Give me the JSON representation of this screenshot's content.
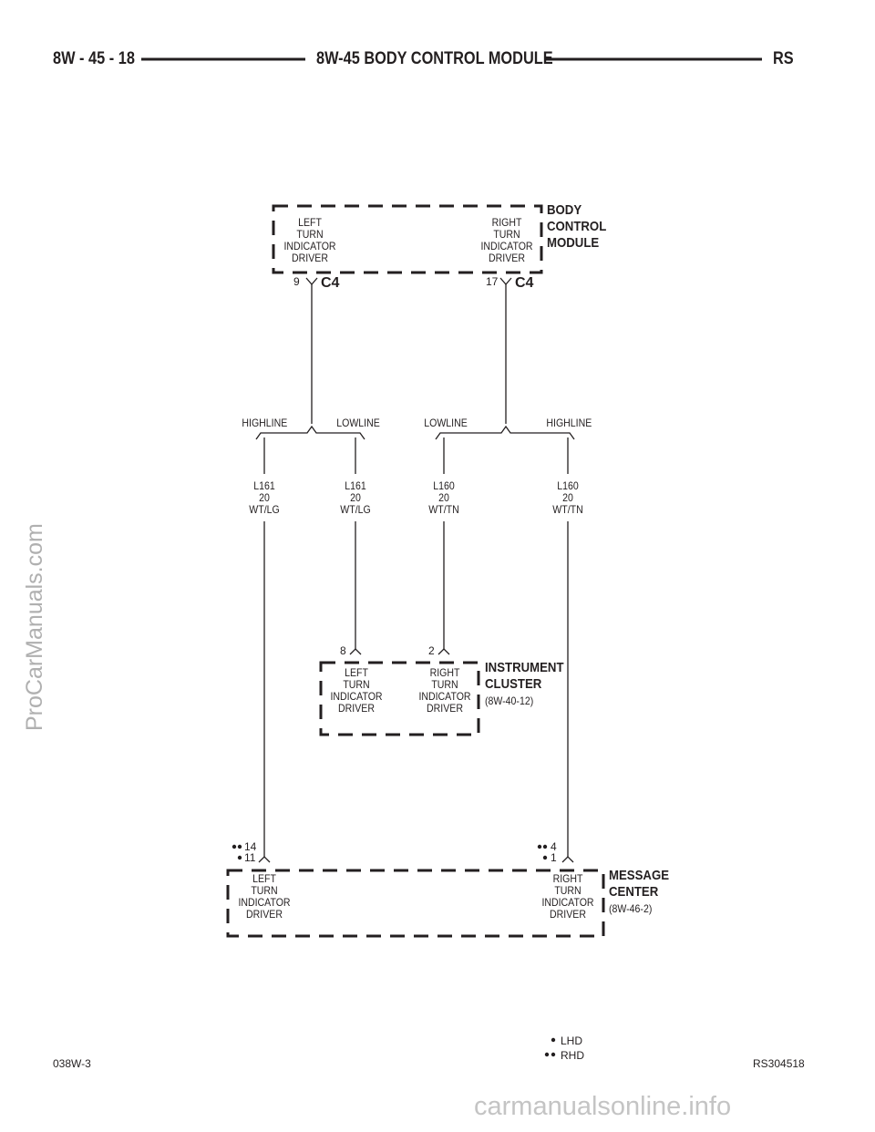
{
  "header": {
    "page_ref": "8W - 45 - 18",
    "title": "8W-45 BODY CONTROL MODULE",
    "model": "RS"
  },
  "bcm": {
    "name": "BODY\nCONTROL\nMODULE",
    "left_circuit": "LEFT\nTURN\nINDICATOR\nDRIVER",
    "right_circuit": "RIGHT\nTURN\nINDICATOR\nDRIVER",
    "left_pin": "9",
    "right_pin": "17",
    "left_connector": "C4",
    "right_connector": "C4"
  },
  "splice": {
    "left_highline": "HIGHLINE",
    "left_lowline": "LOWLINE",
    "right_lowline": "LOWLINE",
    "right_highline": "HIGHLINE"
  },
  "wires": [
    {
      "code": "L161",
      "gauge": "20",
      "color": "WT/LG",
      "text": "L161\n20\nWT/LG"
    },
    {
      "code": "L161",
      "gauge": "20",
      "color": "WT/LG",
      "text": "L161\n20\nWT/LG"
    },
    {
      "code": "L160",
      "gauge": "20",
      "color": "WT/TN",
      "text": "L160\n20\nWT/TN"
    },
    {
      "code": "L160",
      "gauge": "20",
      "color": "WT/TN",
      "text": "L160\n20\nWT/TN"
    }
  ],
  "cluster": {
    "name": "INSTRUMENT\nCLUSTER",
    "ref": "(8W-40-12)",
    "left_pin": "8",
    "right_pin": "2",
    "left_circuit": "LEFT\nTURN\nINDICATOR\nDRIVER",
    "right_circuit": "RIGHT\nTURN\nINDICATOR\nDRIVER"
  },
  "message_center": {
    "name": "MESSAGE\nCENTER",
    "ref": "(8W-46-2)",
    "left_pin_rhd": "14",
    "left_pin_lhd": "11",
    "right_pin_rhd": "4",
    "right_pin_lhd": "1",
    "left_circuit": "LEFT\nTURN\nINDICATOR\nDRIVER",
    "right_circuit": "RIGHT\nTURN\nINDICATOR\nDRIVER"
  },
  "legend": {
    "lhd": "LHD",
    "rhd": "RHD"
  },
  "footer": {
    "left_code": "038W-3",
    "right_code": "RS304518"
  },
  "watermarks": {
    "side": "ProCarManuals.com",
    "bottom": "carmanualsonline.info"
  }
}
